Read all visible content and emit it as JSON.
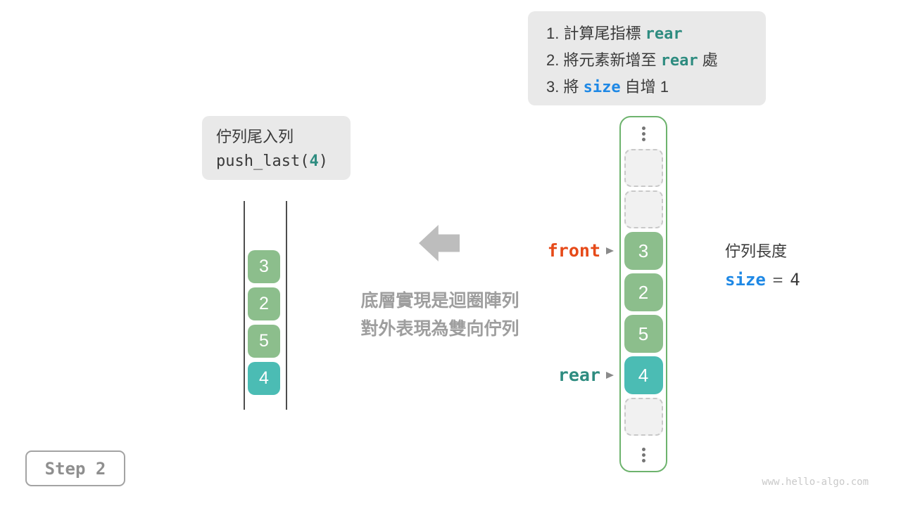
{
  "palette": {
    "box_bg": "#E9E9E9",
    "text_dark": "#3A3A3A",
    "teal_code": "#2E8C80",
    "blue_code": "#1E88E5",
    "orange_code": "#E64A19",
    "green_cell": "#8CBE8C",
    "teal_cell": "#4BBCB4",
    "array_border": "#6DB36D",
    "caption_gray": "#9E9E9E"
  },
  "steps_box": {
    "lines": [
      {
        "prefix": "1. 計算尾指標 ",
        "code": "rear",
        "code_color": "teal",
        "suffix": ""
      },
      {
        "prefix": "2. 將元素新增至 ",
        "code": "rear",
        "code_color": "teal",
        "suffix": " 處"
      },
      {
        "prefix": "3. 將 ",
        "code": "size",
        "code_color": "blue",
        "suffix": " 自增 1"
      }
    ]
  },
  "operation_box": {
    "title": "佇列尾入列",
    "code_prefix": "push_last(",
    "code_arg": "4",
    "code_suffix": ")"
  },
  "left_queue": {
    "cells": [
      {
        "value": "3",
        "style": "green"
      },
      {
        "value": "2",
        "style": "green"
      },
      {
        "value": "5",
        "style": "green"
      },
      {
        "value": "4",
        "style": "teal"
      }
    ]
  },
  "center": {
    "caption_line1": "底層實現是迴圈陣列",
    "caption_line2": "對外表現為雙向佇列"
  },
  "array": {
    "front_label": "front",
    "rear_label": "rear",
    "slots": [
      {
        "type": "ellipsis"
      },
      {
        "type": "empty"
      },
      {
        "type": "empty"
      },
      {
        "type": "value",
        "value": "3",
        "style": "green"
      },
      {
        "type": "value",
        "value": "2",
        "style": "green"
      },
      {
        "type": "value",
        "value": "5",
        "style": "green"
      },
      {
        "type": "value",
        "value": "4",
        "style": "teal"
      },
      {
        "type": "empty"
      },
      {
        "type": "ellipsis"
      }
    ]
  },
  "length_info": {
    "title": "佇列長度",
    "code": "size",
    "equals": "=",
    "value": "4"
  },
  "step_badge": "Step 2",
  "watermark": "www.hello-algo.com"
}
